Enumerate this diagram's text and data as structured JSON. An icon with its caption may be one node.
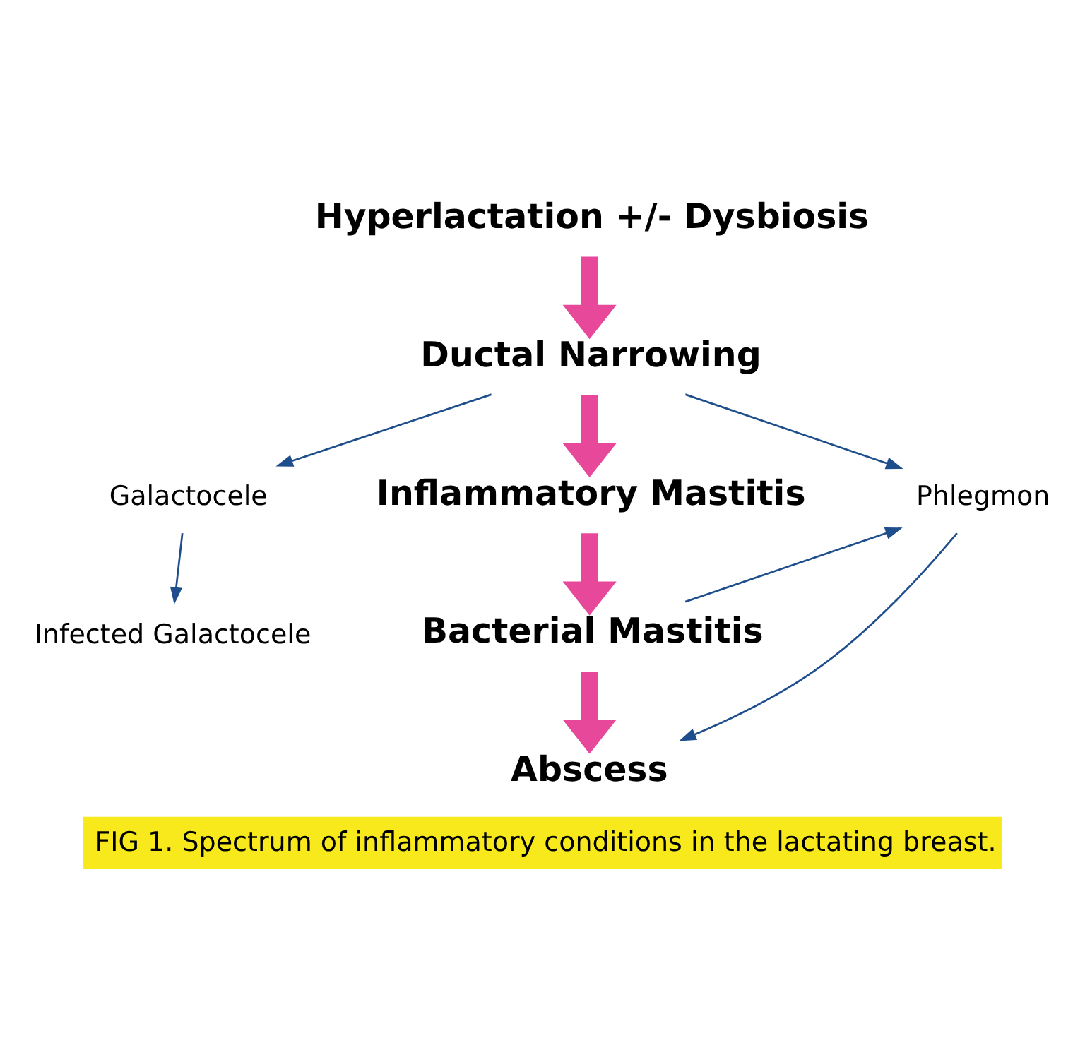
{
  "diagram": {
    "caption": "FIG 1. Spectrum of inflammatory conditions in the lactating breast.",
    "nodes": [
      {
        "text": [
          "Hyperlactation +/- Dysbiosis"
        ]
      },
      {
        "text": [
          "Ductal Narrowing"
        ]
      },
      {
        "text": [
          "Galactocele"
        ]
      },
      {
        "text": [
          "Inflammatory Mastitis"
        ]
      },
      {
        "text": [
          "Phlegmon"
        ]
      },
      {
        "text": [
          "Infected Galactocele"
        ]
      },
      {
        "text": [
          "Bacterial Mastitis"
        ]
      },
      {
        "text": [
          "Abscess"
        ]
      }
    ],
    "edges": [
      {
        "from": 0,
        "to": 1,
        "arrow": "to",
        "style": "thick",
        "color": "#e8489a"
      },
      {
        "from": 1,
        "to": 2,
        "arrow": "to"
      },
      {
        "from": 1,
        "to": 3,
        "arrow": "to",
        "style": "thick",
        "color": "#e8489a"
      },
      {
        "from": 1,
        "to": 4,
        "arrow": "to"
      },
      {
        "from": 2,
        "to": 5,
        "arrow": "to"
      },
      {
        "from": 3,
        "to": 6,
        "arrow": "to",
        "style": "thick",
        "color": "#e8489a"
      },
      {
        "from": 6,
        "to": 4,
        "arrow": "to"
      },
      {
        "from": 6,
        "to": 7,
        "arrow": "to",
        "style": "thick",
        "color": "#e8489a"
      },
      {
        "from": 4,
        "to": 7,
        "arrow": "to"
      }
    ]
  }
}
